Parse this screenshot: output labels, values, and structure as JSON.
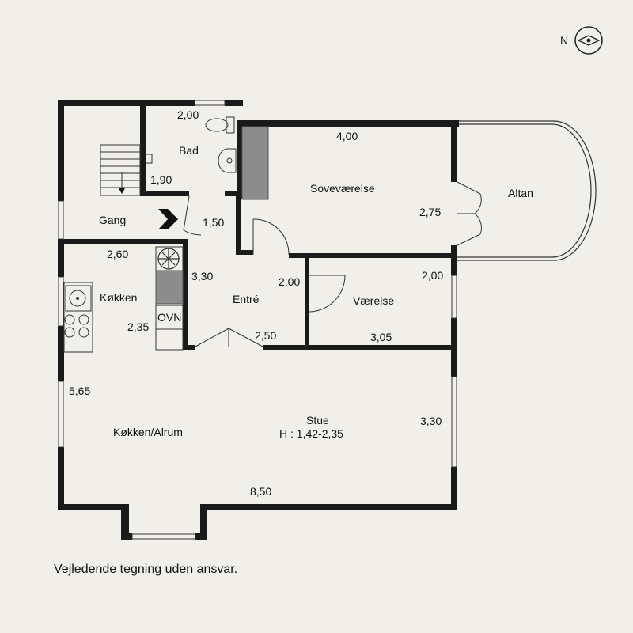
{
  "compass": {
    "label": "N"
  },
  "rooms": {
    "bad": {
      "name": "Bad",
      "width": "2,00",
      "depth": "1,90"
    },
    "gang": {
      "name": "Gang",
      "dim": "1,50"
    },
    "sovevaerelse": {
      "name": "Soveværelse",
      "width": "4,00",
      "depth": "2,75"
    },
    "altan": {
      "name": "Altan"
    },
    "koekken": {
      "name": "Køkken",
      "width": "2,60",
      "depth": "2,35",
      "oven": "OVN"
    },
    "entre": {
      "name": "Entré",
      "width": "3,30",
      "depth": "2,00",
      "dim3": "2,50"
    },
    "vaerelse": {
      "name": "Værelse",
      "width": "3,05",
      "depth": "2,00"
    },
    "stue": {
      "name": "Stue",
      "height": "H : 1,42-2,35",
      "depth": "3,30",
      "width": "8,50"
    },
    "koekken_alrum": {
      "name": "Køkken/Alrum",
      "depth": "5,65"
    }
  },
  "disclaimer": "Vejledende tegning uden ansvar."
}
